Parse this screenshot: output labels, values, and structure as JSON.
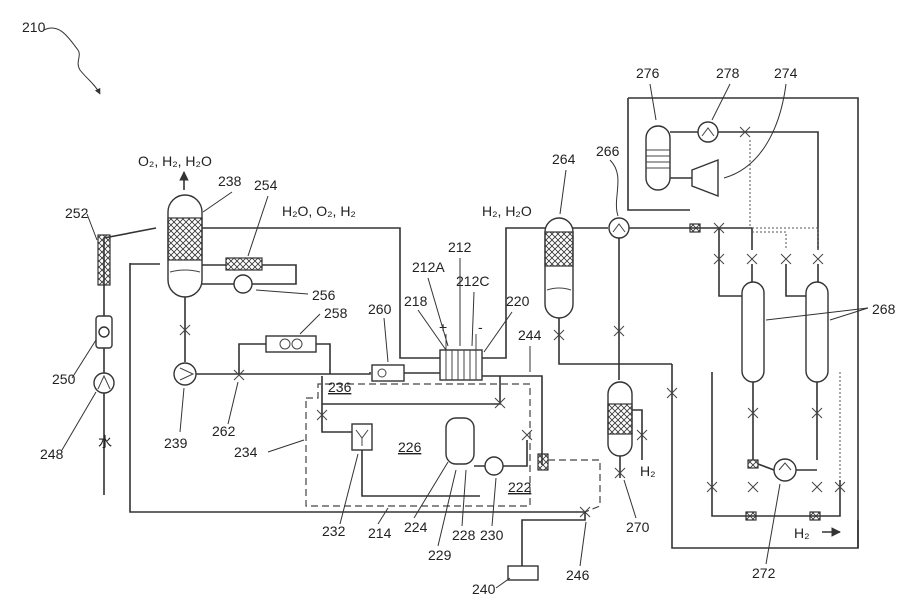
{
  "labels": {
    "r210": "210",
    "r252": "252",
    "r250": "250",
    "r248": "248",
    "water": "水",
    "r238": "238",
    "r254": "254",
    "r256": "256",
    "r258": "258",
    "r239": "239",
    "r262": "262",
    "r260": "260",
    "r236": "236",
    "r234": "234",
    "r232": "232",
    "r214": "214",
    "r224": "224",
    "r226": "226",
    "r229": "229",
    "r228": "228",
    "r230": "230",
    "r222": "222",
    "r240": "240",
    "r246": "246",
    "r218": "218",
    "r212": "212",
    "r212A": "212A",
    "r212C": "212C",
    "r220": "220",
    "r244": "244",
    "plus": "+",
    "minus": "-",
    "r264": "264",
    "r266": "266",
    "r270": "270",
    "r276": "276",
    "r278": "278",
    "r274": "274",
    "r268": "268",
    "r272": "272",
    "o2_h2_h2o": "O₂, H₂, H₂O",
    "h2o_o2_h2": "H₂O, O₂, H₂",
    "h2_h2o": "H₂, H₂O",
    "h2_out_1": "H₂",
    "h2_out_2": "H₂"
  }
}
